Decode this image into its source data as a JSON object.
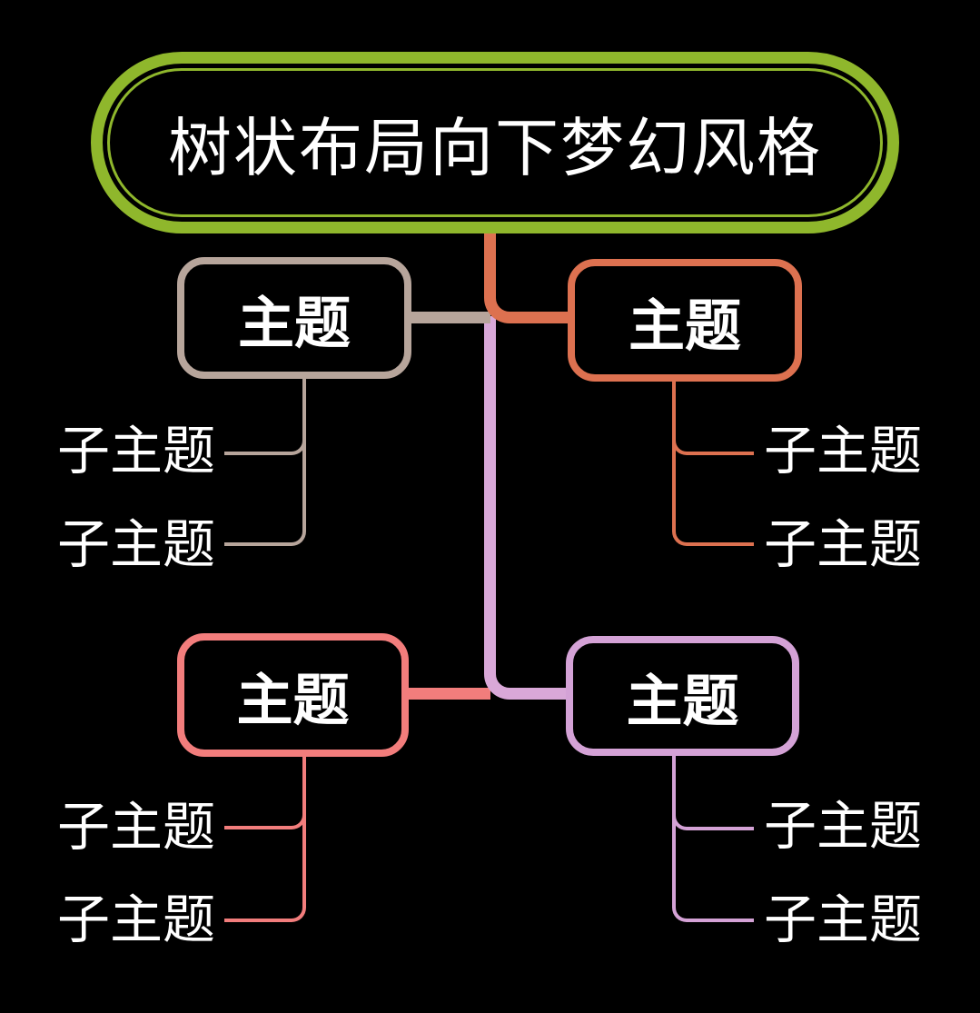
{
  "title": "树状布局向下梦幻风格",
  "background": "#000000",
  "text_color": "#ffffff",
  "root": {
    "label": "树状布局向下梦幻风格",
    "border_color": "#8fb72c"
  },
  "trunk": {
    "upper_color": "#dd7150",
    "lower_color": "#d9a8d8"
  },
  "branches": [
    {
      "position": "top-left",
      "label": "主题",
      "color": "#b7a59b",
      "children": [
        "子主题",
        "子主题"
      ]
    },
    {
      "position": "top-right",
      "label": "主题",
      "color": "#dd7150",
      "children": [
        "子主题",
        "子主题"
      ]
    },
    {
      "position": "bottom-left",
      "label": "主题",
      "color": "#f27d7c",
      "children": [
        "子主题",
        "子主题"
      ]
    },
    {
      "position": "bottom-right",
      "label": "主题",
      "color": "#d4a2d6",
      "children": [
        "子主题",
        "子主题"
      ]
    }
  ]
}
